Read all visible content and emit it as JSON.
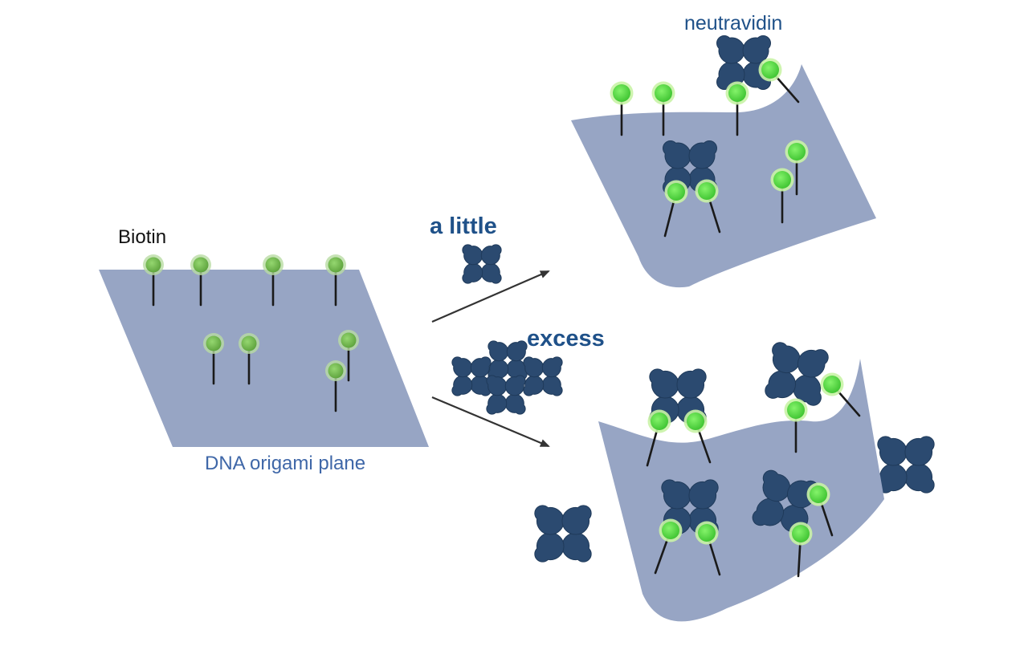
{
  "labels": {
    "biotin": "Biotin",
    "plane": "DNA origami plane",
    "a_little": "a little",
    "excess": "excess",
    "neutravidin": "neutravidin"
  },
  "colors": {
    "plane": "#97a5c4",
    "protein": "#2b4a70",
    "biotin_dim": "#7cc05a",
    "biotin_bright": "#5fe24a",
    "biotin_glow": "#c9f3a6",
    "stem": "#1a1a1a",
    "label_blue": "#1f5189",
    "label_plane": "#3f67a8",
    "arrow": "#333333"
  }
}
